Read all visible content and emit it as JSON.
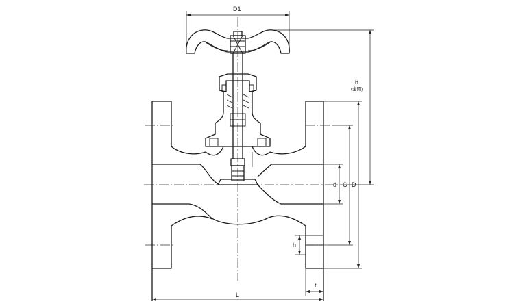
{
  "labels": {
    "d1": "D1",
    "h_total": "H",
    "h_total_note": "(全開)",
    "d_small": "d",
    "c": "C",
    "d_big": "D",
    "h_small": "h",
    "t": "t",
    "l": "L"
  }
}
